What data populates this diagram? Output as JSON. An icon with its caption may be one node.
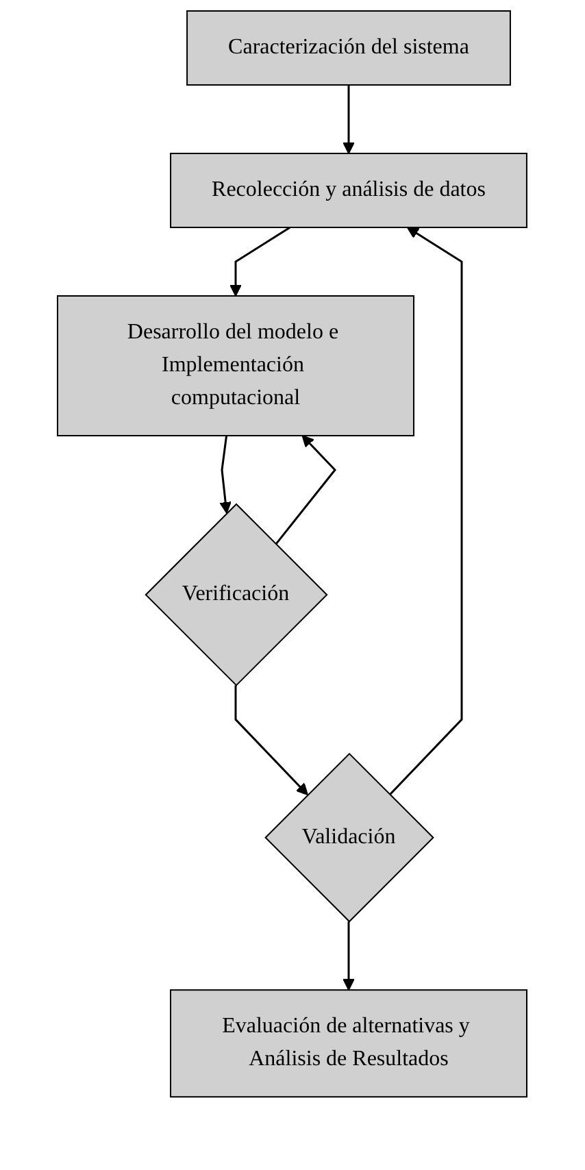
{
  "diagram": {
    "nodes": [
      {
        "text": [
          "Caracterización del sistema"
        ]
      },
      {
        "text": [
          "Recolección y análisis de datos"
        ]
      },
      {
        "text": [
          "Desarrollo del modelo e Implementación computacional"
        ]
      },
      {
        "text": [
          "Verificación"
        ]
      },
      {
        "text": [
          "Validación"
        ]
      },
      {
        "text": [
          "Evaluación de alternativas y Análisis de Resultados"
        ]
      }
    ],
    "edges": [
      {
        "from": 0,
        "to": 1,
        "arrow": "to"
      },
      {
        "from": 1,
        "to": 2,
        "arrow": "to"
      },
      {
        "from": 2,
        "to": 3,
        "arrow": "to"
      },
      {
        "from": 3,
        "to": 2,
        "arrow": "to"
      },
      {
        "from": 3,
        "to": 4,
        "arrow": "to"
      },
      {
        "from": 4,
        "to": 1,
        "arrow": "to"
      },
      {
        "from": 4,
        "to": 5,
        "arrow": "to"
      }
    ]
  }
}
